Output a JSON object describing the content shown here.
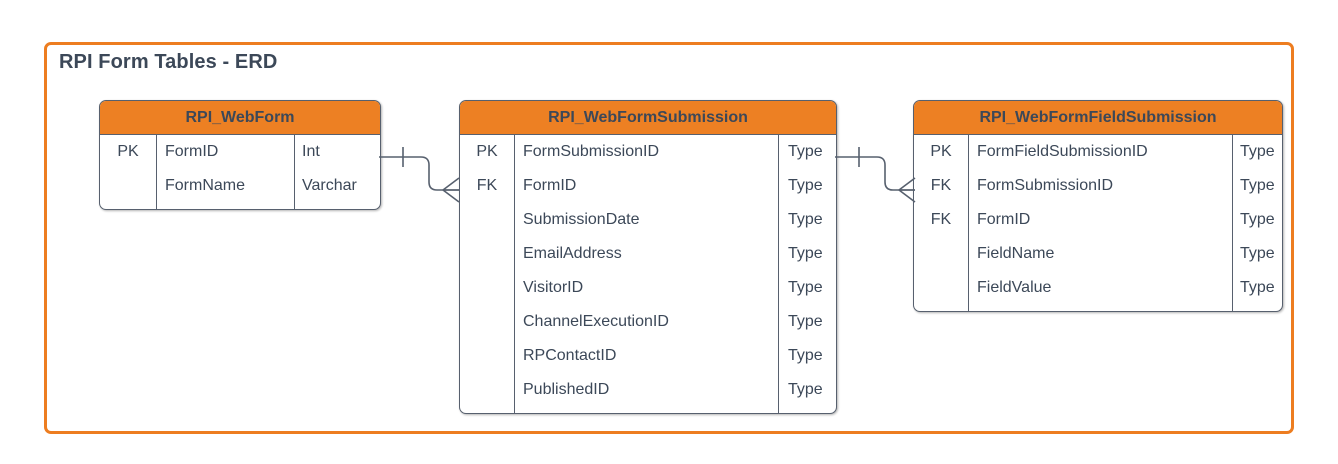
{
  "diagram": {
    "title": "RPI Form Tables - ERD",
    "border_color": "#ED7D20",
    "header_color": "#ED8023",
    "text_color": "#3C4858",
    "line_color": "#57606E"
  },
  "entities": [
    {
      "name": "RPI_WebForm",
      "attributes": [
        {
          "key": "PK",
          "name": "FormID",
          "type": "Int"
        },
        {
          "key": "",
          "name": "FormName",
          "type": "Varchar"
        }
      ]
    },
    {
      "name": "RPI_WebFormSubmission",
      "attributes": [
        {
          "key": "PK",
          "name": "FormSubmissionID",
          "type": "Type"
        },
        {
          "key": "FK",
          "name": "FormID",
          "type": "Type"
        },
        {
          "key": "",
          "name": "SubmissionDate",
          "type": "Type"
        },
        {
          "key": "",
          "name": "EmailAddress",
          "type": "Type"
        },
        {
          "key": "",
          "name": "VisitorID",
          "type": "Type"
        },
        {
          "key": "",
          "name": "ChannelExecutionID",
          "type": "Type"
        },
        {
          "key": "",
          "name": "RPContactID",
          "type": "Type"
        },
        {
          "key": "",
          "name": "PublishedID",
          "type": "Type"
        }
      ]
    },
    {
      "name": "RPI_WebFormFieldSubmission",
      "attributes": [
        {
          "key": "PK",
          "name": "FormFieldSubmissionID",
          "type": "Type"
        },
        {
          "key": "FK",
          "name": "FormSubmissionID",
          "type": "Type"
        },
        {
          "key": "FK",
          "name": "FormID",
          "type": "Type"
        },
        {
          "key": "",
          "name": "FieldName",
          "type": "Type"
        },
        {
          "key": "",
          "name": "FieldValue",
          "type": "Type"
        }
      ]
    }
  ],
  "relationships": [
    {
      "from": "RPI_WebForm",
      "to": "RPI_WebFormSubmission",
      "from_cardinality": "one",
      "to_cardinality": "many"
    },
    {
      "from": "RPI_WebFormSubmission",
      "to": "RPI_WebFormFieldSubmission",
      "from_cardinality": "one",
      "to_cardinality": "many"
    }
  ]
}
